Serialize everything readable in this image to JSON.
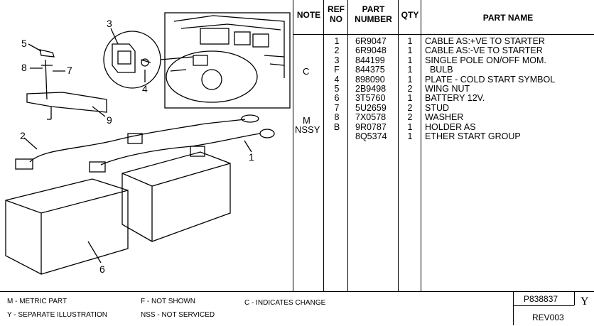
{
  "callouts": [
    "1",
    "2",
    "3",
    "4",
    "5",
    "6",
    "7",
    "8",
    "9"
  ],
  "table": {
    "headers": {
      "note": "NOTE",
      "ref": "REF\nNO",
      "part_number": "PART\nNUMBER",
      "qty": "QTY",
      "part_name": "PART NAME"
    },
    "notes": [
      {
        "label": "C"
      },
      {
        "label": "M"
      },
      {
        "label": "NSSY"
      }
    ],
    "refs": [
      "1",
      "2",
      "3",
      "F",
      "4",
      "5",
      "6",
      "7",
      "8",
      "B",
      ""
    ],
    "part_numbers": [
      "6R9047",
      "6R9048",
      "844199",
      "844375",
      "898090",
      "2B9498",
      "3T5760",
      "5U2659",
      "7X0578",
      "9R0787",
      "8Q5374"
    ],
    "qtys": [
      "1",
      "1",
      "1",
      "1",
      "1",
      "2",
      "1",
      "2",
      "2",
      "1",
      "1"
    ],
    "part_names": [
      "CABLE AS:+VE TO STARTER",
      "CABLE AS:-VE TO STARTER",
      "SINGLE POLE ON/OFF MOM.",
      "  BULB",
      "PLATE - COLD START SYMBOL",
      "WING NUT",
      "BATTERY 12V.",
      "STUD",
      "WASHER",
      "HOLDER AS",
      "ETHER START GROUP"
    ]
  },
  "footer": {
    "m": "M - METRIC PART",
    "y": "Y - SEPARATE ILLUSTRATION",
    "f": "F - NOT SHOWN",
    "nss": "NSS - NOT SERVICED",
    "c": "C - INDICATES CHANGE",
    "part_code": "P838837",
    "letter": "Y",
    "rev": "REV003"
  }
}
